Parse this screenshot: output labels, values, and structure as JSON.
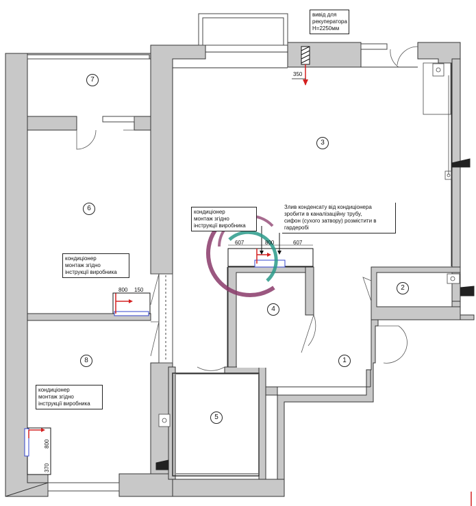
{
  "rooms": [
    "1",
    "2",
    "3",
    "4",
    "5",
    "6",
    "7",
    "8"
  ],
  "notes": {
    "recuperator": [
      "вивід для",
      "рекуператора",
      "Н=2250мм"
    ],
    "ac_top": [
      "кондиціонер",
      "монтаж згідно",
      "інструкції виробника"
    ],
    "condensate": [
      "Злив конденсату від кондиціонера",
      "зробити в каналізаційну трубу,",
      "сифон (сухого затвору) розмістити в",
      "гардеробі"
    ],
    "ac_room6": [
      "кондиціонер",
      "монтаж згідно",
      "інструкції виробника"
    ],
    "ac_room8": [
      "кондиціонер",
      "монтаж згідно",
      "інструкції виробника"
    ]
  },
  "dimensions": {
    "recuperator_offset": "350",
    "top_left": "607",
    "top_mid": "800",
    "top_right": "607",
    "room6_ac": "800",
    "room6_gap": "150",
    "room8_ac": "800",
    "room8_bottom": "370"
  },
  "colors": {
    "wall": "#c8c8c8",
    "wall_edge": "#333333",
    "arrow_red": "#d42020",
    "unit_blue": "#3344cc",
    "logo_purple": "#8a3a6a",
    "logo_teal": "#2a9a8a"
  }
}
